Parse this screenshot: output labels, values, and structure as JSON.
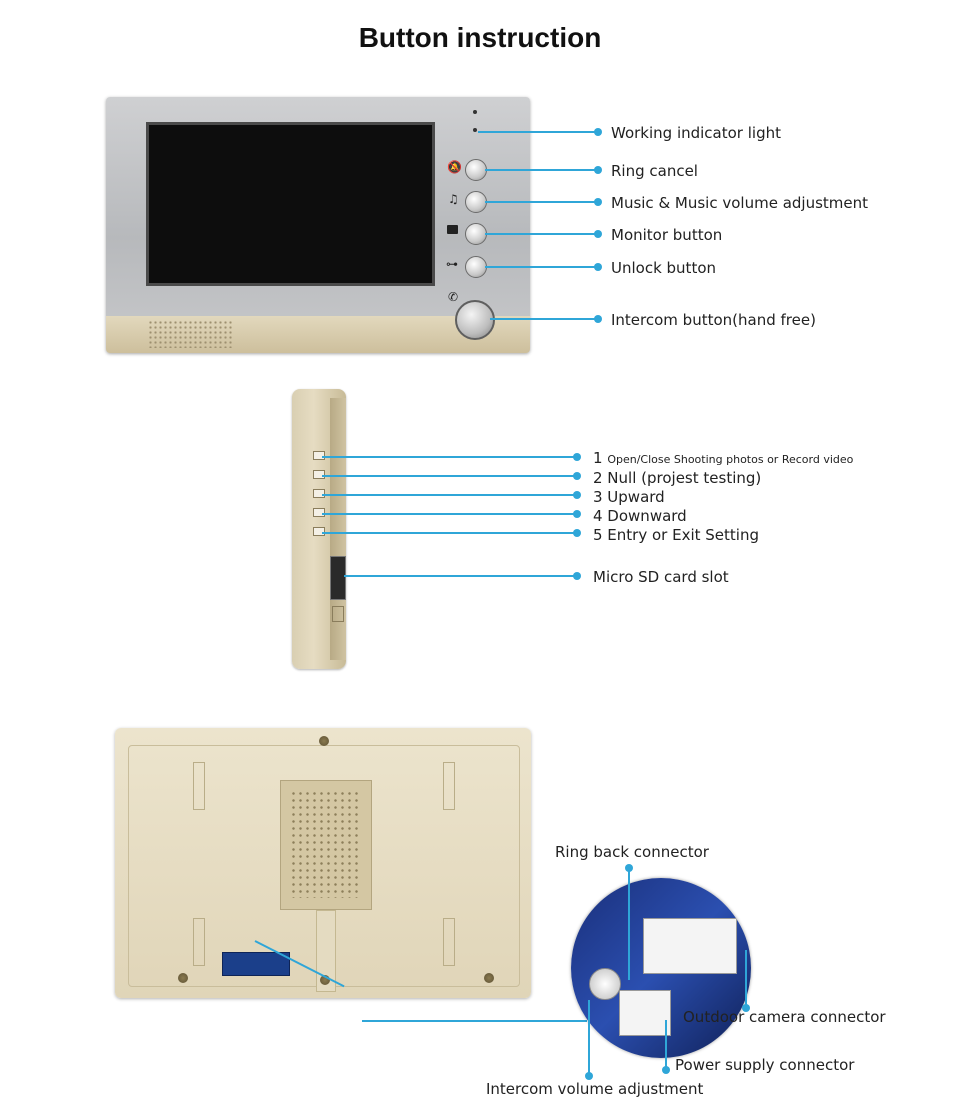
{
  "title": "Button instruction",
  "front_labels": [
    "Working indicator light",
    "Ring cancel",
    "Music & Music volume adjustment",
    "Monitor button",
    "Unlock button",
    "Intercom button(hand free)"
  ],
  "side_labels": [
    {
      "num": "1",
      "text": "Open/Close Shooting photos or Record video"
    },
    {
      "num": "",
      "text": "2 Null (projest testing)"
    },
    {
      "num": "",
      "text": "3 Upward"
    },
    {
      "num": "",
      "text": "4 Downward"
    },
    {
      "num": "",
      "text": "5 Entry or Exit Setting"
    },
    {
      "num": "",
      "text": "Micro SD card slot"
    }
  ],
  "back_labels": {
    "ring_back": "Ring back connector",
    "outdoor_camera": "Outdoor camera connector",
    "power_supply": "Power supply connector",
    "intercom_volume": "Intercom volume adjustment"
  },
  "colors": {
    "callout": "#2fa6d8"
  },
  "icons": [
    "mute-bell-icon",
    "music-note-icon",
    "monitor-icon",
    "key-icon",
    "phone-icon"
  ]
}
